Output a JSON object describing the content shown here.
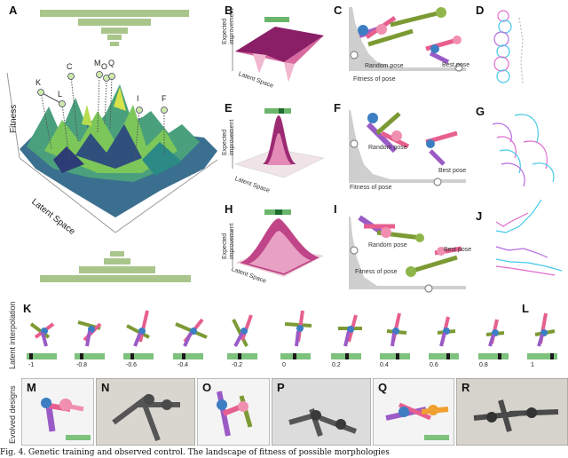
{
  "figure": {
    "panels": {
      "A": "A",
      "B": "B",
      "C": "C",
      "D": "D",
      "E": "E",
      "F": "F",
      "G": "G",
      "H": "H",
      "I": "I",
      "J": "J",
      "K": "K",
      "L": "L",
      "M": "M",
      "N": "N",
      "O": "O",
      "P": "P",
      "Q": "Q",
      "R": "R"
    },
    "landscape": {
      "fitness_axis": "Fitness",
      "latent_axis": "Latent Space",
      "point_labels": [
        "K",
        "L",
        "C",
        "M",
        "O",
        "Q",
        "I",
        "F"
      ]
    },
    "acquisition": {
      "z_label_line1": "Expected",
      "z_label_line2": "improvement",
      "x_label": "Latent Space"
    },
    "pose_panels": {
      "random_pose": "Random pose",
      "best_pose": "Best pose",
      "fitness_of_pose": "Fitness of pose"
    },
    "interpolation": {
      "row_label": "Latent interpolation",
      "ticks": [
        "-1",
        "-0.8",
        "-0.6",
        "-0.4",
        "-0.2",
        "0",
        "0.2",
        "0.4",
        "0.6",
        "0.8",
        "1"
      ]
    },
    "evolved": {
      "row_label": "Evolved designs"
    },
    "caption_text": "Fig. 4. Genetic training and observed control. The landscape of fitness of possible morphologies"
  }
}
